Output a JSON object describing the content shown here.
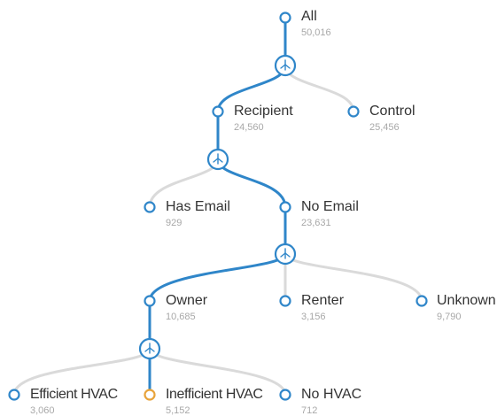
{
  "colors": {
    "active": "#2f86c9",
    "inactive": "#dadada",
    "highlight": "#e8a33a",
    "label": "#333333",
    "count": "#a8a8a8"
  },
  "nodes": {
    "all": {
      "label": "All",
      "count": "50,016"
    },
    "recipient": {
      "label": "Recipient",
      "count": "24,560"
    },
    "control": {
      "label": "Control",
      "count": "25,456"
    },
    "has_email": {
      "label": "Has Email",
      "count": "929"
    },
    "no_email": {
      "label": "No Email",
      "count": "23,631"
    },
    "owner": {
      "label": "Owner",
      "count": "10,685"
    },
    "renter": {
      "label": "Renter",
      "count": "3,156"
    },
    "unknown": {
      "label": "Unknown",
      "count": "9,790"
    },
    "efficient_hvac": {
      "label": "Efficient HVAC",
      "count": "3,060"
    },
    "inefficient_hvac": {
      "label": "Inefficient HVAC",
      "count": "5,152"
    },
    "no_hvac": {
      "label": "No HVAC",
      "count": "712"
    }
  },
  "split_icon": "split-icon"
}
